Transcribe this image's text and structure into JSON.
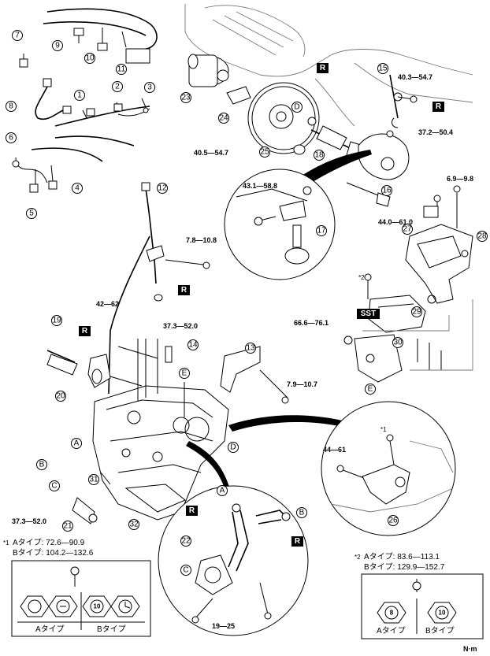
{
  "callouts": [
    "1",
    "2",
    "3",
    "4",
    "5",
    "6",
    "7",
    "8",
    "9",
    "10",
    "11",
    "12",
    "13",
    "14",
    "15",
    "16",
    "17",
    "18",
    "19",
    "20",
    "21",
    "22",
    "23",
    "24",
    "25",
    "26",
    "27",
    "28",
    "29",
    "30",
    "31",
    "32"
  ],
  "letter_callouts": [
    "A",
    "B",
    "C",
    "D",
    "E"
  ],
  "torques": {
    "t_40_3": "40.3—54.7",
    "t_37_2": "37.2—50.4",
    "t_40_5": "40.5—54.7",
    "t_43_1": "43.1—58.8",
    "t_6_9": "6.9—9.8",
    "t_44_0": "44.0—61.0",
    "t_7_8": "7.8—10.8",
    "t_42_62": "42—62",
    "t_37_3a": "37.3—52.0",
    "t_66_6": "66.6—76.1",
    "t_7_9": "7.9—10.7",
    "t_44_61": "44—61",
    "t_37_3b": "37.3—52.0",
    "t_19_25": "19—25"
  },
  "badges": {
    "r": "R",
    "sst": "SST"
  },
  "note1": {
    "mark": "*1",
    "line_a": "Aタイプ: 72.6—90.9",
    "line_b": "Bタイプ: 104.2—132.6",
    "type_a": "Aタイプ",
    "type_b": "Bタイプ",
    "bolt_b1": "10"
  },
  "note2": {
    "mark": "*2",
    "line_a": "Aタイプ: 83.6—113.1",
    "line_b": "Bタイプ: 129.9—152.7",
    "type_a": "Aタイプ",
    "type_b": "Bタイプ",
    "bolt_a": "8",
    "bolt_b": "10"
  },
  "marks": {
    "star1": "*1",
    "star2": "*2"
  },
  "unit": "N·m"
}
